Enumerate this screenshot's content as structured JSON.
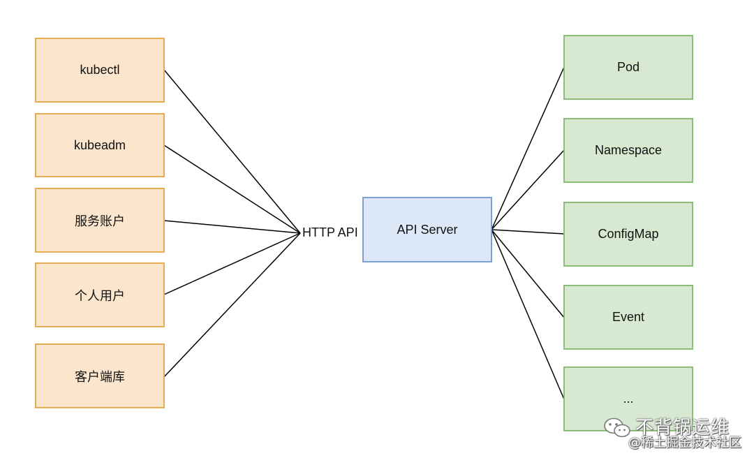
{
  "diagram": {
    "clients": [
      {
        "id": "kubectl",
        "label": "kubectl"
      },
      {
        "id": "kubeadm",
        "label": "kubeadm"
      },
      {
        "id": "service-account",
        "label": "服务账户"
      },
      {
        "id": "personal-user",
        "label": "个人用户"
      },
      {
        "id": "client-library",
        "label": "客户端库"
      }
    ],
    "gateway_label": "HTTP API",
    "server_label": "API Server",
    "resources": [
      {
        "id": "pod",
        "label": "Pod"
      },
      {
        "id": "namespace",
        "label": "Namespace"
      },
      {
        "id": "configmap",
        "label": "ConfigMap"
      },
      {
        "id": "event",
        "label": "Event"
      },
      {
        "id": "more",
        "label": "..."
      }
    ],
    "colors": {
      "client_fill": "#fbe6cd",
      "client_border": "#e5ac53",
      "server_fill": "#dde8f8",
      "server_border": "#7f9fcf",
      "resource_fill": "#d8e9d2",
      "resource_border": "#8cbd78",
      "edge": "#000000"
    }
  },
  "watermark": {
    "line1": "不背锅运维",
    "line2": "@稀土掘金技术社区",
    "icon": "wechat-icon"
  }
}
